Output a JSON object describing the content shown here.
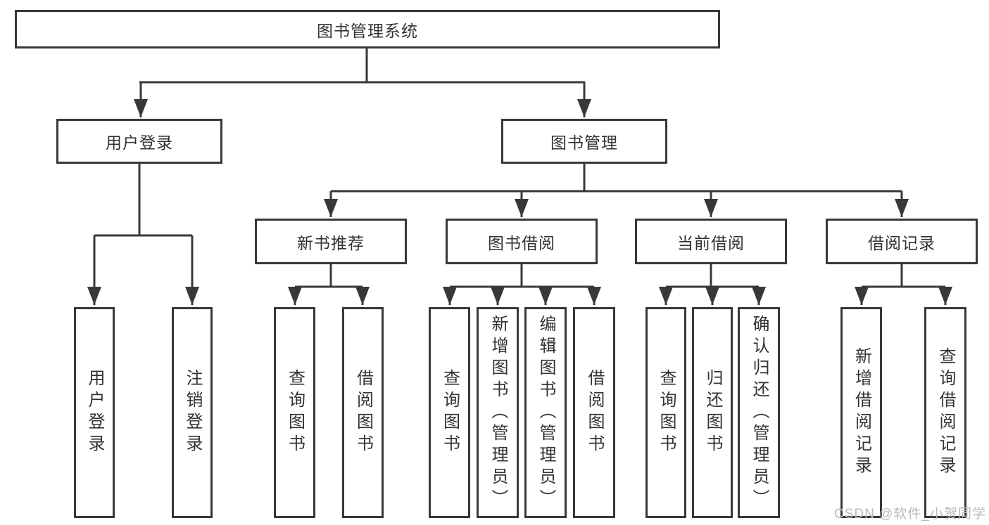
{
  "diagram_type": "hierarchy-tree",
  "nodes": {
    "root": {
      "label": "图书管理系统"
    },
    "level2": [
      {
        "label": "用户登录"
      },
      {
        "label": "图书管理"
      }
    ],
    "level3": [
      {
        "label": "新书推荐"
      },
      {
        "label": "图书借阅"
      },
      {
        "label": "当前借阅"
      },
      {
        "label": "借阅记录"
      }
    ],
    "leaves": [
      {
        "label": "用户登录",
        "parent": "用户登录"
      },
      {
        "label": "注销登录",
        "parent": "用户登录"
      },
      {
        "label": "查询图书",
        "parent": "新书推荐"
      },
      {
        "label": "借阅图书",
        "parent": "新书推荐"
      },
      {
        "label": "查询图书",
        "parent": "图书借阅"
      },
      {
        "label": "新增图书（管理员）",
        "parent": "图书借阅"
      },
      {
        "label": "编辑图书（管理员）",
        "parent": "图书借阅"
      },
      {
        "label": "借阅图书",
        "parent": "图书借阅"
      },
      {
        "label": "查询图书",
        "parent": "当前借阅"
      },
      {
        "label": "归还图书",
        "parent": "当前借阅"
      },
      {
        "label": "确认归还（管理员）",
        "parent": "当前借阅"
      },
      {
        "label": "新增借阅记录",
        "parent": "借阅记录"
      },
      {
        "label": "查询借阅记录",
        "parent": "借阅记录"
      }
    ]
  },
  "watermark": {
    "text": "CSDN @软件_小贺同学"
  },
  "colors": {
    "line": "#383838",
    "box_border": "#383838",
    "text": "#333333",
    "watermark": "#b9b9b9",
    "background": "#ffffff"
  }
}
